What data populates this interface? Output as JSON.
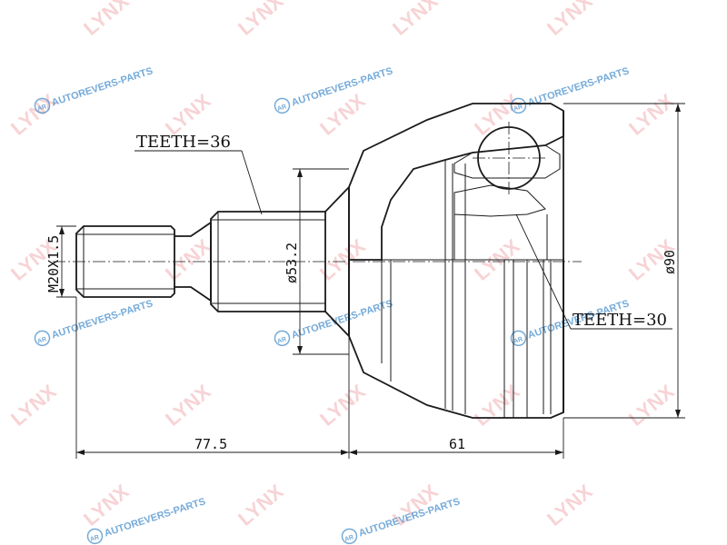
{
  "labels": {
    "teeth_shaft": "TEETH=36",
    "teeth_inner": "TEETH=30",
    "thread": "M20X1.5",
    "dia_shaft": "ø53.2",
    "dia_outer": "ø90",
    "len_shaft": "77.5",
    "len_body": "61"
  },
  "watermarks": {
    "brand": "LYNX",
    "site": "AUTOREVERS-PARTS",
    "site_logo": "AR"
  },
  "colors": {
    "line": "#1a1a1a",
    "hatch": "#555555",
    "watermark_brand": "#f2b0b3",
    "watermark_site": "#3b87c8"
  }
}
